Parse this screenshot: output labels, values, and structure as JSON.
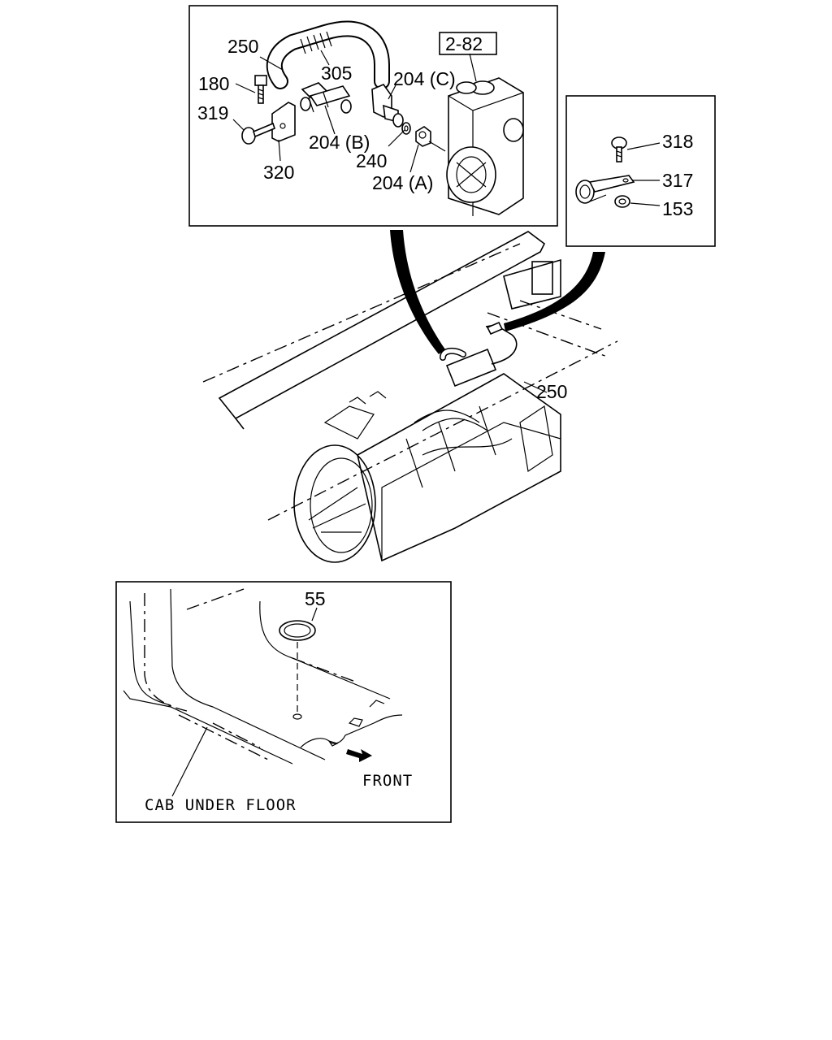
{
  "detail_top": {
    "labels": {
      "p250": "250",
      "p305": "305",
      "p180": "180",
      "p319": "319",
      "p320": "320",
      "p204c": "204 (C)",
      "p204b": "204 (B)",
      "p240": "240",
      "p204a": "204 (A)",
      "ref": "2-82"
    }
  },
  "detail_right": {
    "labels": {
      "p318": "318",
      "p317": "317",
      "p153": "153"
    }
  },
  "main_view": {
    "labels": {
      "p250": "250"
    }
  },
  "detail_bottom": {
    "labels": {
      "p55": "55",
      "front": "FRONT",
      "cab_under_floor": "CAB UNDER FLOOR"
    }
  }
}
